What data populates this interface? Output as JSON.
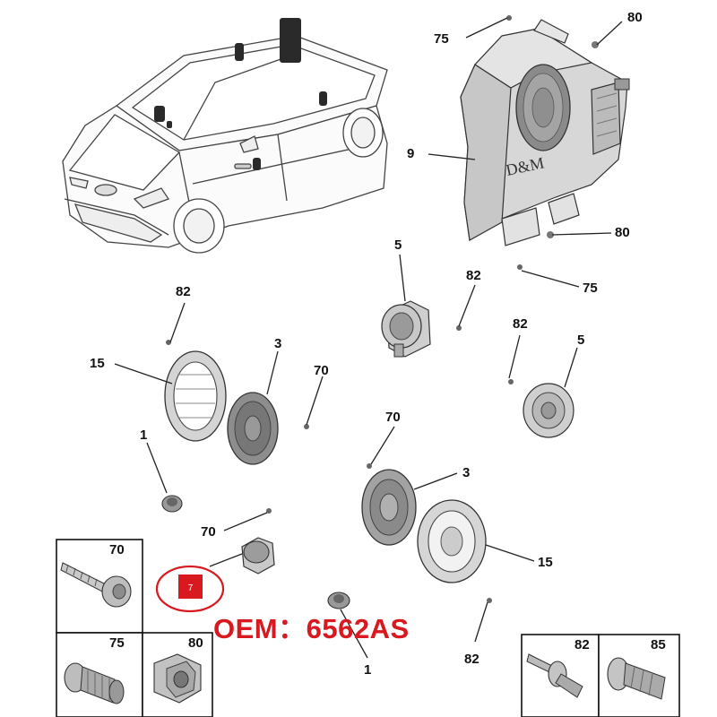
{
  "callouts": {
    "c75_top": "75",
    "c80_top": "80",
    "c9": "9",
    "c80_mid": "80",
    "c75_mid": "75",
    "c5_left": "5",
    "c82_mid": "82",
    "c82_left": "82",
    "c15_left": "15",
    "c3_left": "3",
    "c70_left": "70",
    "c82_right": "82",
    "c5_right": "5",
    "c1_left": "1",
    "c70_center": "70",
    "c3_center": "3",
    "c70_low": "70",
    "c15_right": "15",
    "c7": "7",
    "c82_bottom": "82",
    "c1_bottom": "1"
  },
  "subwoofer": {
    "brand_mark": "D&M"
  },
  "legend": {
    "box70": "70",
    "box75": "75",
    "box80": "80",
    "box82": "82",
    "box85": "85"
  },
  "oem_label": "OEM：6562AS",
  "colors": {
    "highlight": "#d8191f",
    "oem_text": "#d8191f",
    "line": "#222222"
  }
}
